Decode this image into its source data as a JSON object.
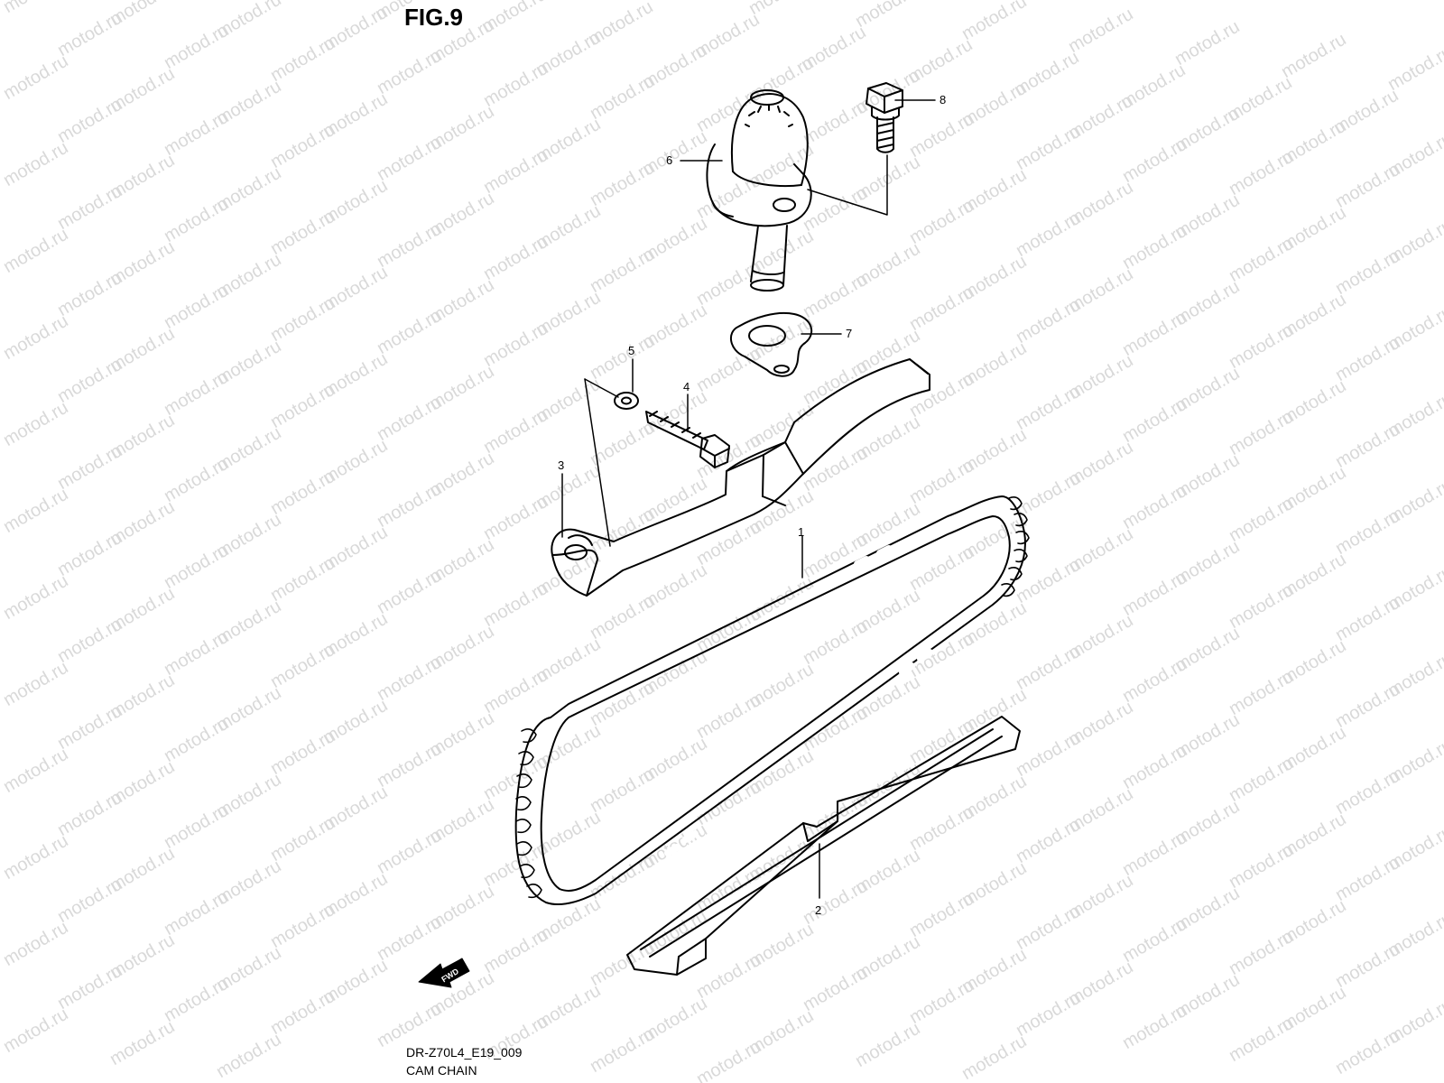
{
  "figure": {
    "title": "FIG.9",
    "code": "DR-Z70L4_E19_009",
    "subtitle": "CAM CHAIN"
  },
  "watermark": "motod.ru",
  "forward_arrow_label": "FWD",
  "callouts": [
    "1",
    "2",
    "3",
    "4",
    "5",
    "6",
    "7",
    "8"
  ]
}
